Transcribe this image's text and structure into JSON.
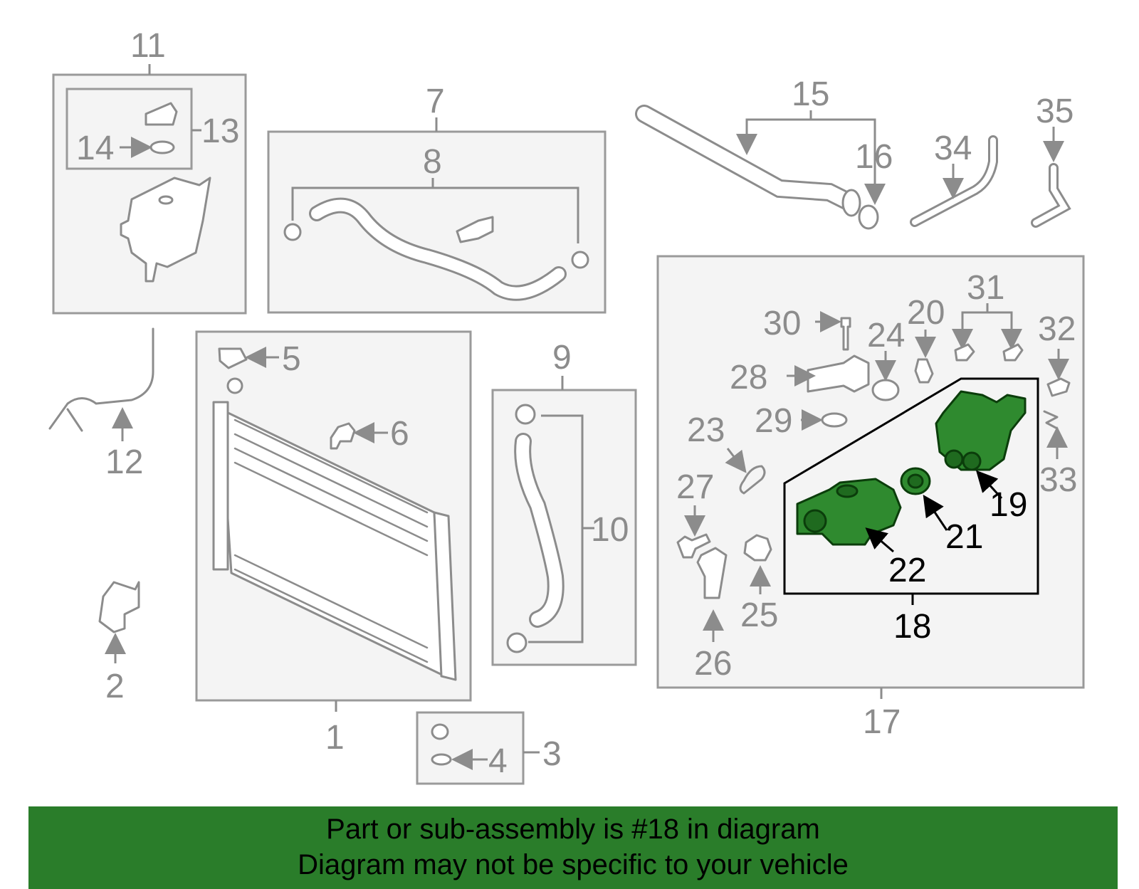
{
  "callouts": {
    "c1": "1",
    "c2": "2",
    "c3": "3",
    "c4": "4",
    "c5": "5",
    "c6": "6",
    "c7": "7",
    "c8": "8",
    "c9": "9",
    "c10": "10",
    "c11": "11",
    "c12": "12",
    "c13": "13",
    "c14": "14",
    "c15": "15",
    "c16": "16",
    "c17": "17",
    "c18": "18",
    "c19": "19",
    "c20": "20",
    "c21": "21",
    "c22": "22",
    "c23": "23",
    "c24": "24",
    "c25": "25",
    "c26": "26",
    "c27": "27",
    "c28": "28",
    "c29": "29",
    "c30": "30",
    "c31": "31",
    "c32": "32",
    "c33": "33",
    "c34": "34",
    "c35": "35"
  },
  "highlight_color": "#2f8a2f",
  "banner": {
    "line1": "Part or sub-assembly is #18 in diagram",
    "line2": "Diagram may not be specific to your vehicle",
    "background": "#2a7d2a"
  }
}
